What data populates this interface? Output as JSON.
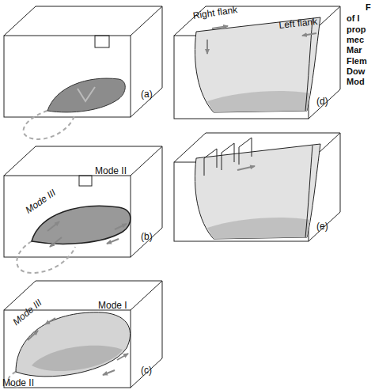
{
  "diagram": {
    "labels": [
      "(a)",
      "Mode III",
      "Mode II",
      "(b)",
      "Mode III",
      "Mode I",
      "Mode II",
      "(c)",
      "Right flank",
      "Left flank",
      "(d)",
      "(e)",
      "F",
      "of l",
      "prop",
      "mec",
      "Mar",
      "Flem",
      "Dow",
      "Mod"
    ]
  }
}
